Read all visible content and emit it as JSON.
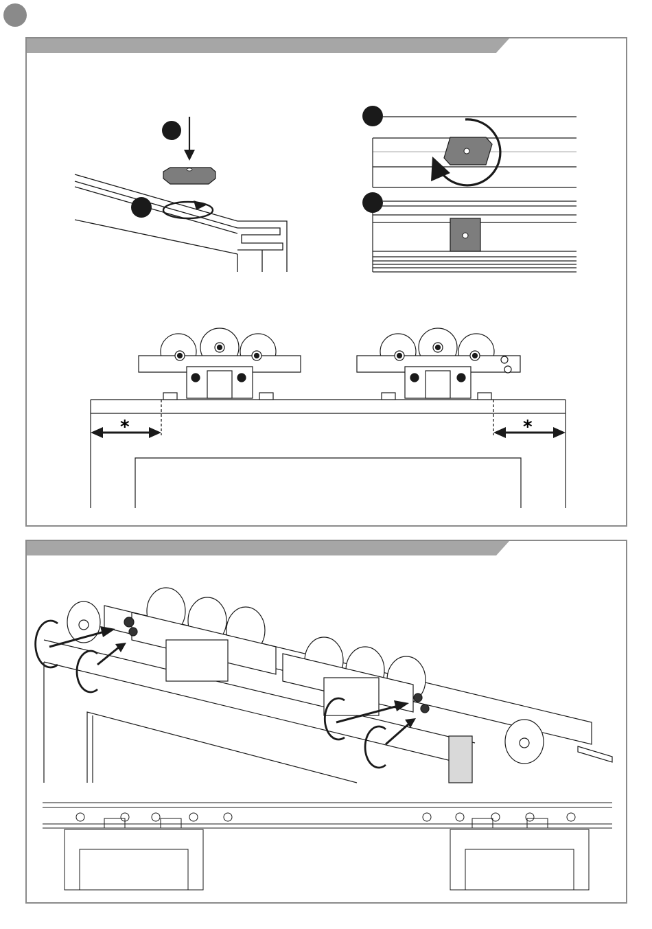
{
  "page": {
    "step_indicator": "step-circle"
  },
  "panel_1": {
    "header": "",
    "callouts": [
      "callout-1",
      "callout-2",
      "callout-3",
      "callout-4"
    ],
    "dimension_marks": {
      "left": "*",
      "right": "*"
    }
  },
  "panel_2": {
    "header": ""
  },
  "colors": {
    "accent_gray": "#8a8a8a",
    "part_gray": "#7d7d7d",
    "line": "#1a1a1a"
  }
}
